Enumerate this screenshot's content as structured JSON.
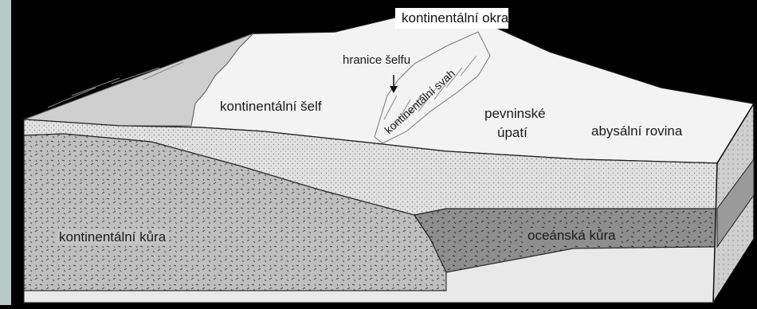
{
  "diagram": {
    "title": "kontinentální okra",
    "labels": {
      "shelf_break": "hranice šelfu",
      "shelf": "kontinentální šelf",
      "slope": "kontinentální svah",
      "rise_line1": "pevninské",
      "rise_line2": "úpatí",
      "abyssal_plain": "abysální rovina",
      "continental_crust": "kontinentální kůra",
      "oceanic_crust": "oceánská kůra"
    },
    "colors": {
      "background": "#000000",
      "surface": "#f4f4f4",
      "sediment": "#d9d9d9",
      "continental_crust": "#bdbdbd",
      "oceanic_crust": "#8c8c8c",
      "mantle": "#e6e6e6"
    }
  }
}
